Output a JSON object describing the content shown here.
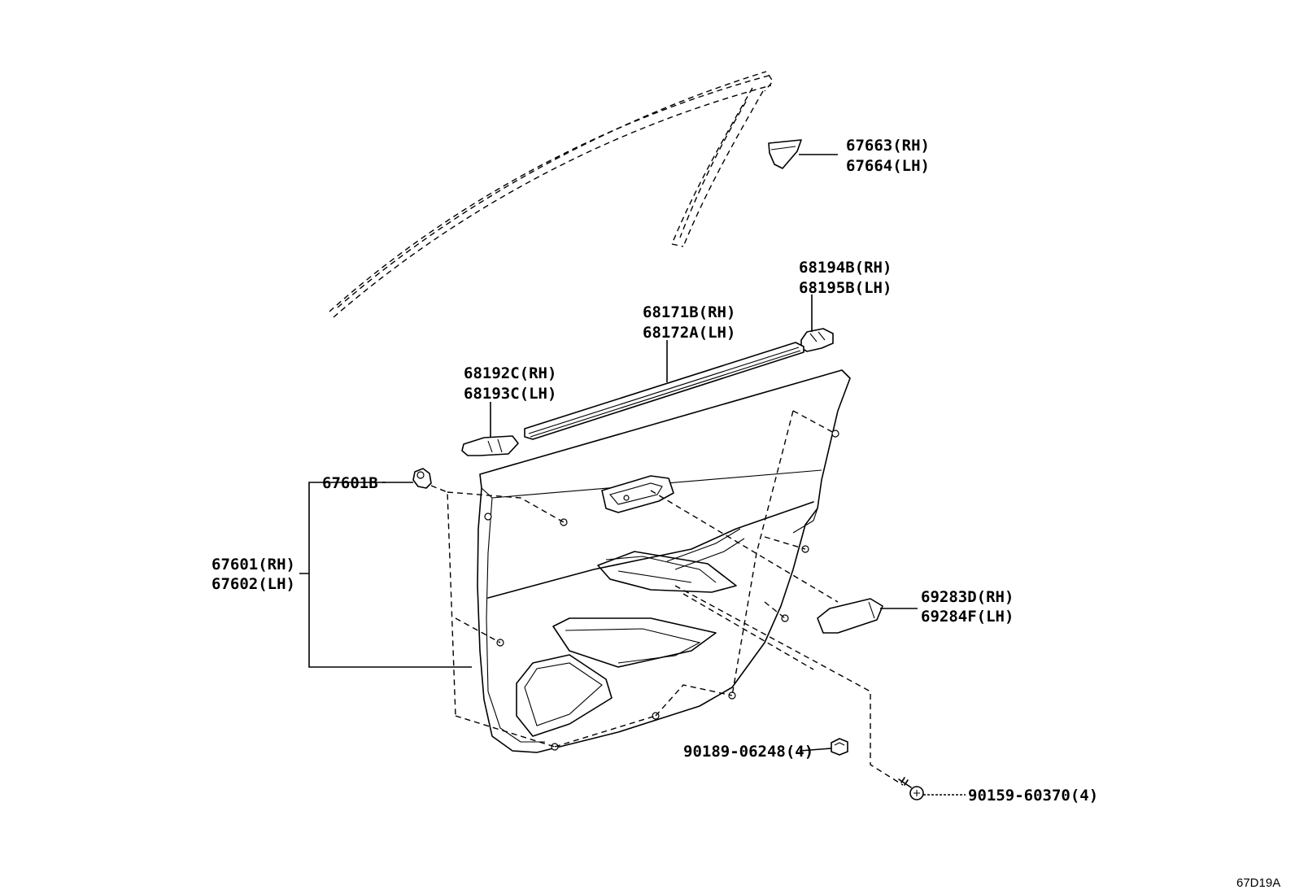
{
  "diagram": {
    "code": "67D19A",
    "callouts": [
      {
        "id": "67663",
        "lines": [
          "67663(RH)",
          "67664(LH)"
        ]
      },
      {
        "id": "68194",
        "lines": [
          "68194B(RH)",
          "68195B(LH)"
        ]
      },
      {
        "id": "68171",
        "lines": [
          "68171B(RH)",
          "68172A(LH)"
        ]
      },
      {
        "id": "68192",
        "lines": [
          "68192C(RH)",
          "68193C(LH)"
        ]
      },
      {
        "id": "67601B",
        "lines": [
          "67601B"
        ]
      },
      {
        "id": "67601",
        "lines": [
          "67601(RH)",
          "67602(LH)"
        ]
      },
      {
        "id": "69283",
        "lines": [
          "69283D(RH)",
          "69284F(LH)"
        ]
      },
      {
        "id": "90189",
        "lines": [
          "90189-06248(4)"
        ]
      },
      {
        "id": "90159",
        "lines": [
          "90159-60370(4)"
        ]
      }
    ]
  }
}
